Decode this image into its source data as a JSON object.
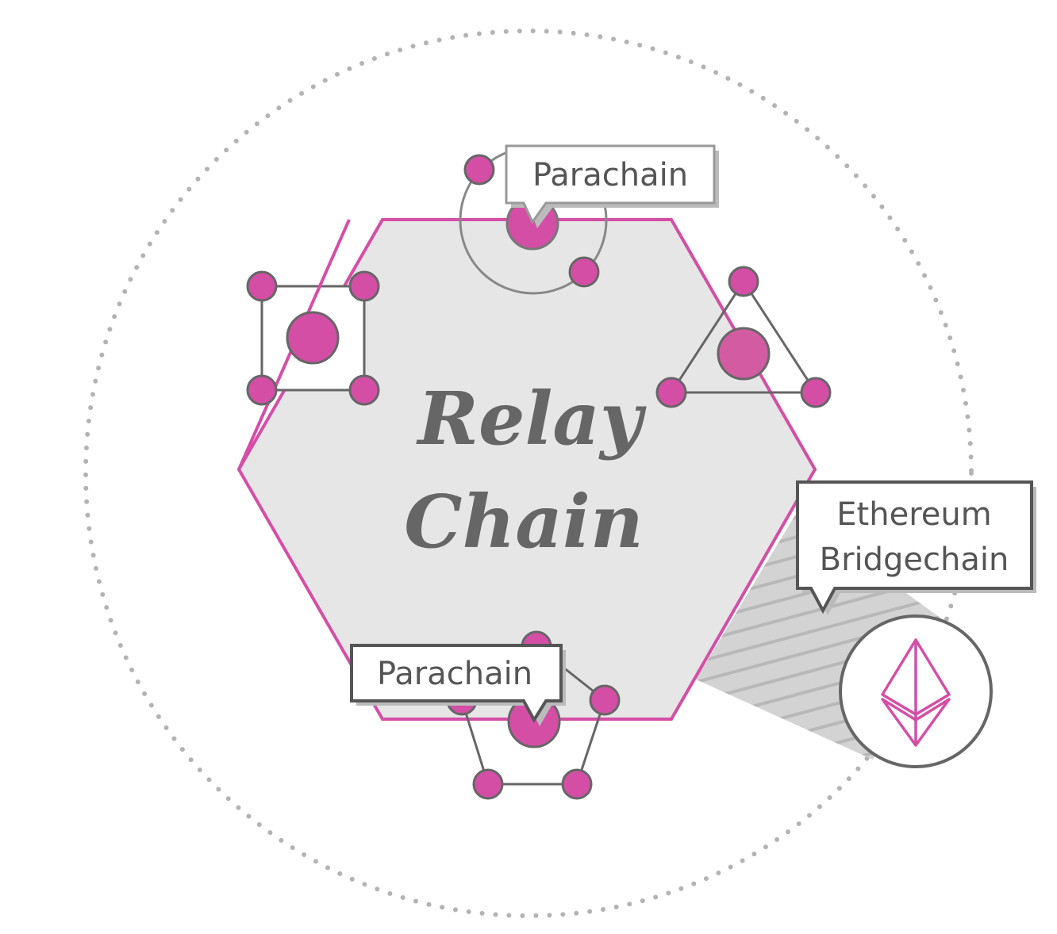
{
  "diagram": {
    "title": "Relay Chain architecture",
    "relay_chain": {
      "line1": "Relay",
      "line2": "Chain"
    },
    "labels": {
      "parachain_top": "Parachain",
      "parachain_bottom": "Parachain",
      "bridge_line1": "Ethereum",
      "bridge_line2": "Bridgechain"
    },
    "nodes": [
      {
        "id": "orbit-parachain",
        "shape": "circle-orbit"
      },
      {
        "id": "square-parachain",
        "shape": "square"
      },
      {
        "id": "triangle-parachain",
        "shape": "triangle"
      },
      {
        "id": "pentagon-parachain",
        "shape": "pentagon"
      },
      {
        "id": "ethereum-bridge",
        "shape": "ethereum-icon"
      }
    ],
    "colors": {
      "accent": "#d44ea6",
      "stroke": "#666666",
      "hexagon_fill": "#e6e6e6",
      "dotted_boundary": "#b3b3b3",
      "text": "#555555"
    }
  }
}
